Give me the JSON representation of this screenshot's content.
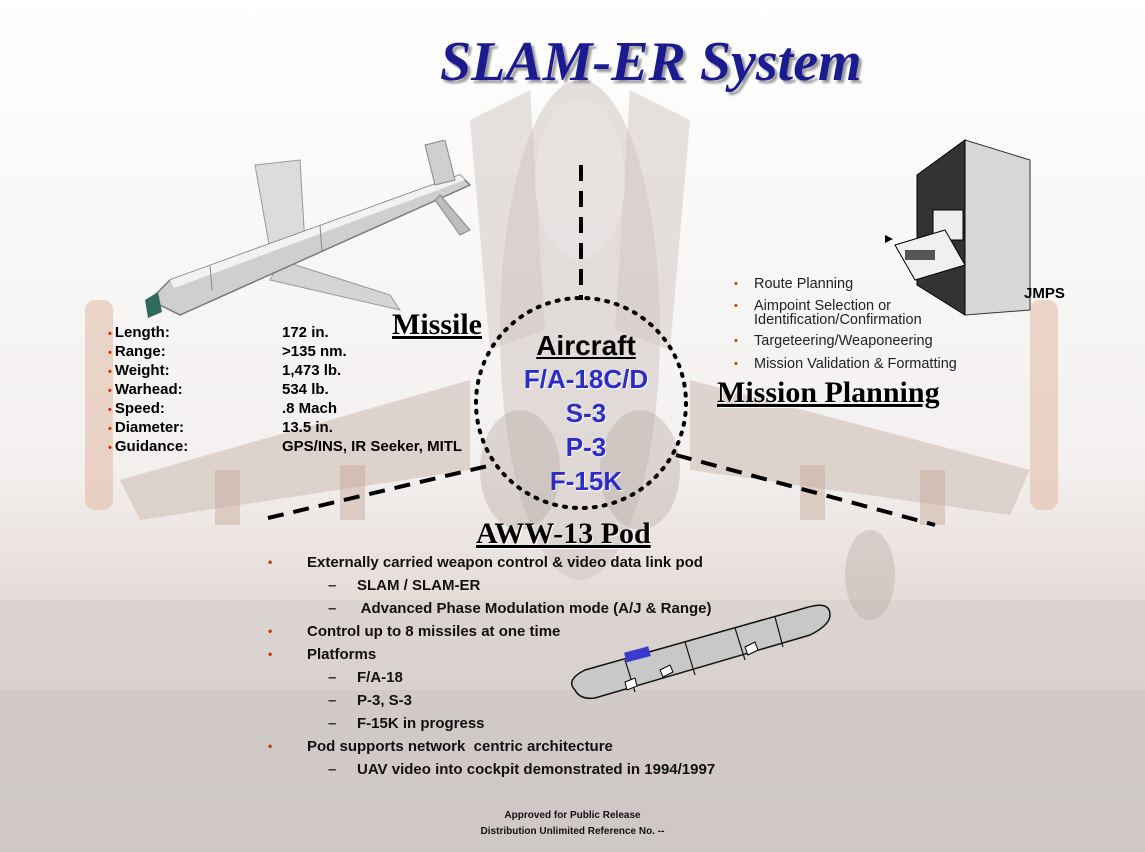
{
  "title": "SLAM-ER System",
  "missile": {
    "heading": "Missile",
    "specs": [
      {
        "label": "Length:",
        "value": "172 in."
      },
      {
        "label": "Range:",
        "value": ">135 nm."
      },
      {
        "label": "Weight:",
        "value": "1,473 lb."
      },
      {
        "label": "Warhead:",
        "value": "534 lb."
      },
      {
        "label": "Speed:",
        "value": ".8 Mach"
      },
      {
        "label": "Diameter:",
        "value": "13.5 in."
      },
      {
        "label": "Guidance:",
        "value": "GPS/INS, IR Seeker, MITL"
      }
    ]
  },
  "aircraft": {
    "heading": "Aircraft",
    "items": [
      "F/A-18C/D",
      "S-3",
      "P-3",
      "F-15K"
    ]
  },
  "mission_planning": {
    "heading": "Mission Planning",
    "system_label": "JMPS",
    "items": [
      {
        "line1": "Route Planning",
        "line2": ""
      },
      {
        "line1": "Aimpoint Selection or",
        "line2": "Identification/Confirmation"
      },
      {
        "line1": "Targeteering/Weaponeering",
        "line2": ""
      },
      {
        "line1": "Mission Validation & Formatting",
        "line2": ""
      }
    ]
  },
  "pod": {
    "heading": "AWW-13 Pod",
    "items": [
      {
        "level": 1,
        "text": "Externally carried weapon control & video data link pod"
      },
      {
        "level": 2,
        "text": "SLAM / SLAM-ER"
      },
      {
        "level": 2,
        "text": " Advanced Phase Modulation mode (A/J & Range)"
      },
      {
        "level": 1,
        "text": "Control up to 8 missiles at one time"
      },
      {
        "level": 1,
        "text": "Platforms"
      },
      {
        "level": 2,
        "text": "F/A-18"
      },
      {
        "level": 2,
        "text": "P-3, S-3"
      },
      {
        "level": 2,
        "text": "F-15K in progress"
      },
      {
        "level": 1,
        "text": "Pod supports network  centric architecture"
      },
      {
        "level": 2,
        "text": "UAV video into cockpit demonstrated in 1994/1997"
      }
    ]
  },
  "footer": {
    "line1": "Approved for Public Release",
    "line2": "Distribution Unlimited Reference No. --"
  },
  "colors": {
    "title": "#1b1b8f",
    "aircraft_items": "#2d2dc4",
    "bullet": "#cc3300"
  }
}
